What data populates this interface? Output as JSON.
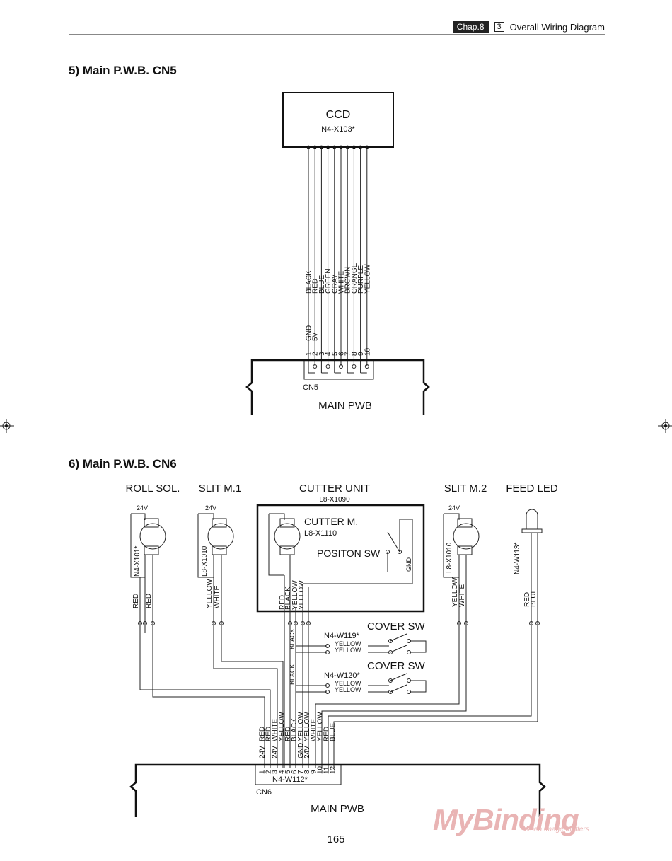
{
  "header": {
    "chapter_badge": "Chap.8",
    "section_number": "3",
    "section_title": "Overall Wiring Diagram"
  },
  "cn5": {
    "heading": "5) Main P.W.B. CN5",
    "ccd_label": "CCD",
    "ccd_part": "N4-X103*",
    "wire_colors": [
      "BLACK",
      "RED",
      "BLUE",
      "GREEN",
      "GRAY",
      "WHITE",
      "BROWN",
      "ORANGE",
      "PURPLE",
      "YELLOW"
    ],
    "pin_signals": [
      "GND",
      "5V"
    ],
    "pins": [
      "1",
      "2",
      "3",
      "4",
      "5",
      "6",
      "7",
      "8",
      "9",
      "10"
    ],
    "connector": "CN5",
    "board": "MAIN PWB"
  },
  "cn6": {
    "heading": "6) Main P.W.B. CN6",
    "roll_sol": {
      "title": "ROLL SOL.",
      "voltage": "24V",
      "part": "N4-X101*",
      "wires": [
        "RED",
        "RED"
      ]
    },
    "slit_m1": {
      "title": "SLIT M.1",
      "voltage": "24V",
      "part": "L8-X1010",
      "wires": [
        "YELLOW",
        "WHITE"
      ]
    },
    "cutter_unit": {
      "title": "CUTTER UNIT",
      "part": "L8-X1090",
      "motor": "CUTTER M.",
      "motor_part": "L8-X1110",
      "switch": "POSITON SW",
      "gnd": "GND",
      "wires": [
        "RED",
        "BLACK",
        "YELLOW",
        "YELLOW"
      ]
    },
    "slit_m2": {
      "title": "SLIT M.2",
      "voltage": "24V",
      "part": "L8-X1010",
      "wires": [
        "YELLOW",
        "WHITE"
      ]
    },
    "feed_led": {
      "title": "FEED LED",
      "part": "N4-W113*",
      "wires": [
        "RED",
        "BLUE"
      ]
    },
    "cover_sw_1": {
      "title": "COVER SW",
      "part": "N4-W119*",
      "wires": [
        "YELLOW",
        "YELLOW"
      ],
      "harness": "BLACK"
    },
    "cover_sw_2": {
      "title": "COVER SW",
      "part": "N4-W120*",
      "wires": [
        "YELLOW",
        "YELLOW"
      ],
      "harness": "BLACK"
    },
    "bottom_wires": [
      "RED",
      "RED",
      "WHITE",
      "YELLOW",
      "RED",
      "BLACK",
      "YELLOW",
      "YELLOW",
      "WHITE",
      "YELLOW",
      "RED",
      "BLUE"
    ],
    "pin_signals": [
      "24V",
      "24V",
      "GND",
      "24V"
    ],
    "pins": [
      "1",
      "2",
      "3",
      "4",
      "5",
      "6",
      "7",
      "8",
      "9",
      "10",
      "11",
      "12"
    ],
    "harness": "N4-W112*",
    "connector": "CN6",
    "board": "MAIN PWB"
  },
  "page_number": "165",
  "watermark": {
    "brand": "MyBinding",
    "tagline": "When Image Matters"
  }
}
